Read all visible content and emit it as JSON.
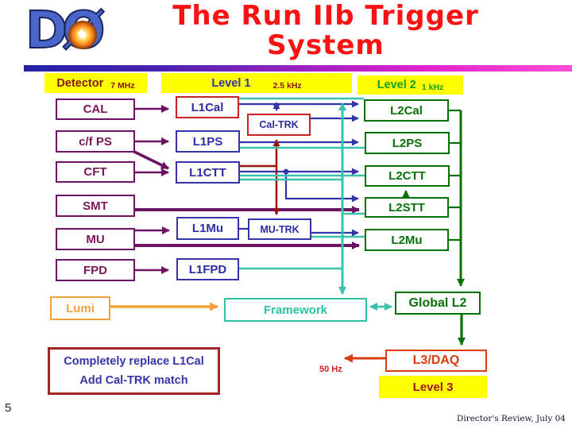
{
  "slide": {
    "title_line1": "The Run IIb Trigger",
    "title_line2": "System",
    "page_number": "5",
    "footer": "Director's Review, July 04"
  },
  "headers": {
    "detector": {
      "label": "Detector",
      "rate": "7 MHz"
    },
    "level1": {
      "label": "Level 1",
      "rate": "2.5 kHz"
    },
    "level2": {
      "label": "Level 2",
      "rate": "1 kHz"
    },
    "level3": {
      "label": "Level 3"
    }
  },
  "nodes": {
    "cal": "CAL",
    "cfps": "c/f PS",
    "cft": "CFT",
    "smt": "SMT",
    "mu": "MU",
    "fpd": "FPD",
    "l1cal": "L1Cal",
    "l1ps": "L1PS",
    "l1ctt": "L1CTT",
    "l1mu": "L1Mu",
    "l1fpd": "L1FPD",
    "caltrk": "Cal-TRK",
    "mutrk": "MU-TRK",
    "l2cal": "L2Cal",
    "l2ps": "L2PS",
    "l2ctt": "L2CTT",
    "l2stt": "L2STT",
    "l2mu": "L2Mu",
    "global_l2": "Global L2",
    "framework": "Framework",
    "lumi": "Lumi",
    "l3daq": "L3/DAQ"
  },
  "annotations": {
    "rate_50hz": "50 Hz",
    "note_line1": "Completely replace L1Cal",
    "note_line2": "Add Cal-TRK match"
  },
  "logo": {
    "text": "DØ"
  },
  "colors": {
    "title_red": "#fb1313",
    "header_yellow": "#ffff00",
    "detector_purple": "#6d1363",
    "l1_blue": "#3333ab",
    "highlight_red": "#cc2222",
    "dark_red_line": "#a01212",
    "l2_green": "#067106",
    "teal_line": "#38c2ac",
    "orange": "#f0a13c",
    "l3_red": "#dd3b10"
  }
}
